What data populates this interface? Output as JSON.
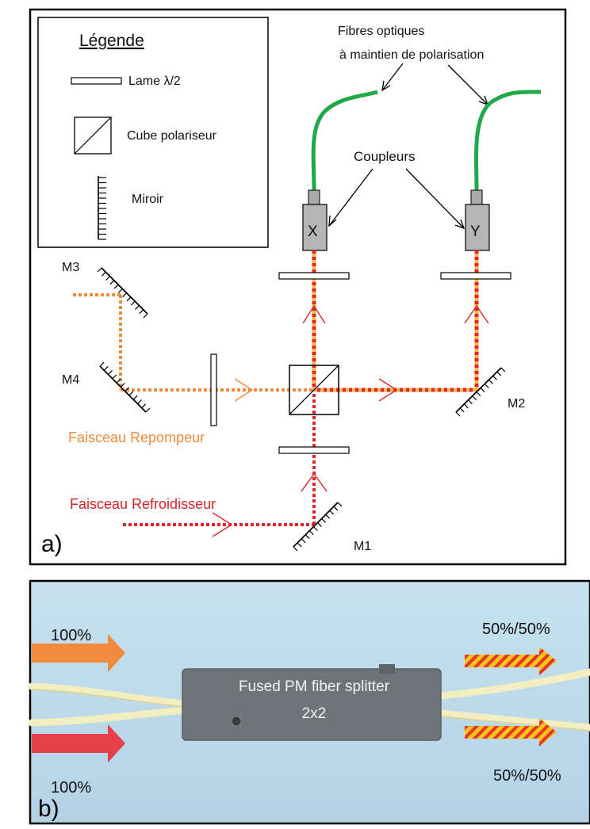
{
  "panel_a": {
    "label": "a)",
    "legend": {
      "title": "Légende",
      "items": [
        {
          "label": "Lame λ/2"
        },
        {
          "label": "Cube polariseur"
        },
        {
          "label": "Miroir"
        }
      ]
    },
    "fiber_label_line1": "Fibres optiques",
    "fiber_label_line2": "à maintien de polarisation",
    "couplers_label": "Coupleurs",
    "coupler_x": "X",
    "coupler_y": "Y",
    "mirrors": [
      "M1",
      "M2",
      "M3",
      "M4"
    ],
    "beam_repumper": "Faisceau Repompeur",
    "beam_cooler": "Faisceau Refroidisseur"
  },
  "panel_b": {
    "label": "b)",
    "splitter_line1": "Fused PM fiber splitter",
    "splitter_line2": "2x2",
    "input_top": "100%",
    "input_bottom": "100%",
    "output_top": "50%/50%",
    "output_bottom": "50%/50%"
  },
  "colors": {
    "repumper": "#f08a3c",
    "cooler": "#e0262a",
    "fiber": "#20a84a",
    "hatch_yellow": "#f5c518",
    "photo_bg": "#bcd9ea",
    "splitter_body": "#6f7478"
  }
}
